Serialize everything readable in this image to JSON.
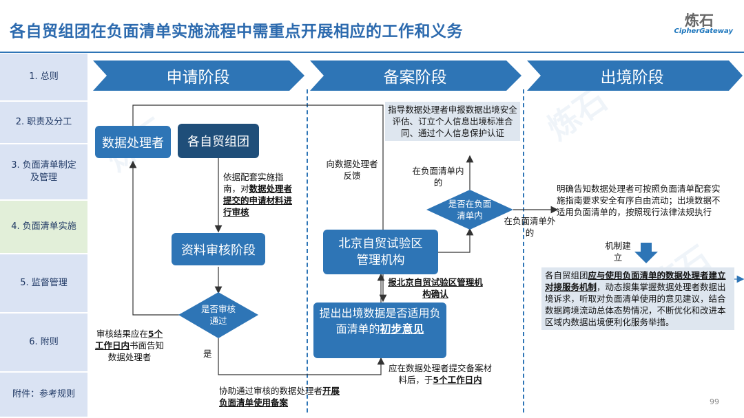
{
  "title": "各自贸组团在负面清单实施流程中需重点开展相应的工作和义务",
  "logo": {
    "cn": "炼石",
    "en": "CipherGateway"
  },
  "sidebar": {
    "items": [
      {
        "label": "1. 总则"
      },
      {
        "label": "2. 职责及分工"
      },
      {
        "label": "3. 负面清单制定及管理"
      },
      {
        "label": "4. 负面清单实施"
      },
      {
        "label": "5. 监督管理"
      },
      {
        "label": "6. 附则"
      },
      {
        "label": "附件：参考规则"
      }
    ]
  },
  "stages": [
    {
      "label": "申请阶段"
    },
    {
      "label": "备案阶段"
    },
    {
      "label": "出境阶段"
    }
  ],
  "flow": {
    "data_processor": "数据处理者",
    "ftz_group": "各自贸组团",
    "review_stage": "资料审核阶段",
    "review_decision": "是否审核通过",
    "beijing_agency": "北京自贸试验区管理机构",
    "proposal_pre": "提出出境数据是否适用负面清单的",
    "proposal_emph": "初步意见",
    "in_list_decision": "是否在负面清单内",
    "ftz_note_pre": "依据配套实施指南，对",
    "ftz_note_emph": "数据处理者提交的申请材料进行审核",
    "review_result_pre": "审核结果应在",
    "review_result_emph": "5个工作日内",
    "review_result_post": "书面告知数据处理者",
    "yes": "是",
    "assist_pre": "协助通过审核的数据处理者",
    "assist_emph": "开展负面清单使用备案",
    "feedback": "向数据处理者反馈",
    "report": "报北京自贸试验区管理机构确认",
    "filing_pre": "应在数据处理者提交备案材料后，于",
    "filing_emph": "5个工作日内",
    "guide": "指导数据处理者申报数据出境安全评估、订立个人信息出境标准合同、通过个人信息保护认证",
    "in_list": "在负面清单内的",
    "out_list": "在负面清单外的",
    "inform": "明确告知数据处理者可按照负面清单配套实施指南要求安全有序自由流动；出境数据不适用负面清单的，按照现行法律法规执行",
    "mechanism": "机制建立",
    "service_pre": "各自贸组团",
    "service_emph": "应与使用负面清单的数据处理者建立对接服务机制",
    "service_post": "，动态搜集掌握数据处理者数据出境诉求，听取对负面清单使用的意见建议，结合数据跨境流动总体态势情况，不断优化和改进本区域内数据出境便利化服务举措。"
  },
  "page_number": "99",
  "colors": {
    "primary": "#2e75b6",
    "navy": "#1f4e79",
    "sidebar": "#dae3f3",
    "active": "#e2efd9",
    "note_bg": "#dee6ef"
  }
}
